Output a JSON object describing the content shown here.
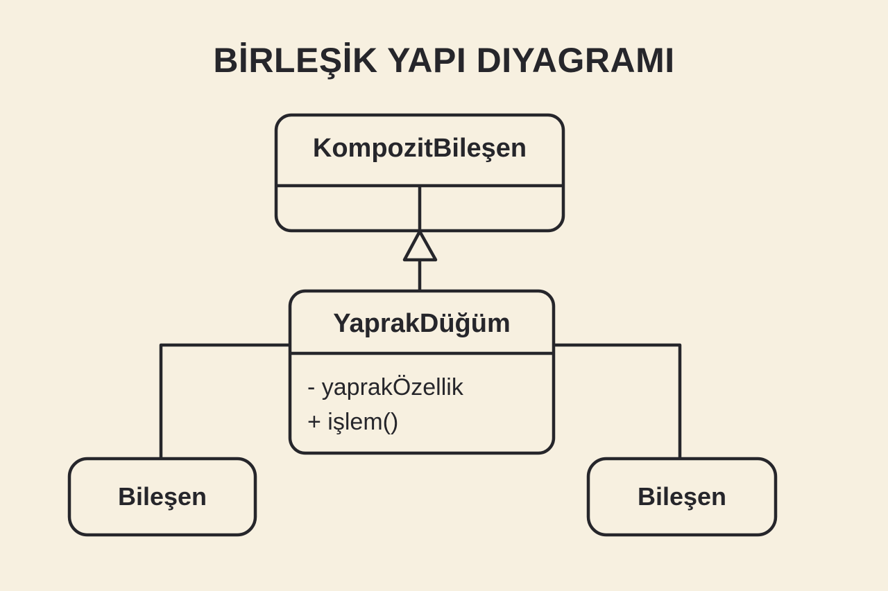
{
  "diagram": {
    "title": "BİRLEŞİK YAPI DIYAGRAMI",
    "background_color": "#f7f0e0",
    "stroke_color": "#26262b",
    "text_color": "#26262b",
    "nodes": {
      "composite": {
        "name": "KompozitBileşen",
        "members": []
      },
      "leaf_node": {
        "name": "YaprakDüğüm",
        "members": [
          "- yaprakÖzellik",
          "+ işlem()"
        ]
      },
      "component_left": {
        "name": "Bileşen"
      },
      "component_right": {
        "name": "Bileşen"
      }
    },
    "connectors": {
      "generalization": "hollow-triangle-arrowhead",
      "composite_to_leaf": "generalization",
      "leaf_to_component_left": "association",
      "leaf_to_component_right": "association"
    }
  }
}
